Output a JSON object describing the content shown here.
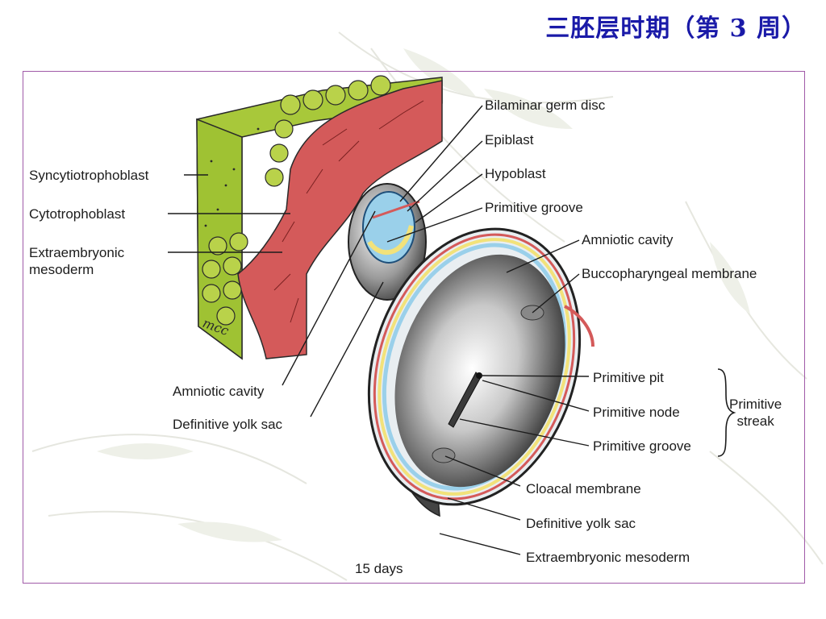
{
  "slide": {
    "title": "三胚层时期（第 3 周）"
  },
  "diagram": {
    "labels_left": {
      "syncytiotrophoblast": "Syncytiotrophoblast",
      "cytotrophoblast": "Cytotrophoblast",
      "extraembryonic_mesoderm": "Extraembryonic\nmesoderm"
    },
    "labels_lower_left": {
      "amniotic_cavity": "Amniotic cavity",
      "definitive_yolk_sac": "Definitive yolk sac"
    },
    "labels_right": {
      "bilaminar_germ_disc": "Bilaminar germ disc",
      "epiblast": "Epiblast",
      "hypoblast": "Hypoblast",
      "primitive_groove_top": "Primitive groove",
      "amniotic_cavity": "Amniotic cavity",
      "buccopharyngeal_membrane": "Buccopharyngeal membrane",
      "primitive_pit": "Primitive pit",
      "primitive_node": "Primitive node",
      "primitive_groove": "Primitive groove",
      "primitive_streak": "Primitive\nstreak",
      "cloacal_membrane": "Cloacal membrane",
      "definitive_yolk_sac": "Definitive yolk sac",
      "extraembryonic_mesoderm": "Extraembryonic mesoderm"
    },
    "caption": "15 days",
    "artist_mark": "mcc",
    "colors": {
      "title": "#1a1aa8",
      "frame": "#a05aa8",
      "syncytio_green": "#a8c83a",
      "mesoderm_red": "#d45a5a",
      "epiblast_blue": "#9ad0ea",
      "hypoblast_yellow": "#f2e27a"
    }
  }
}
